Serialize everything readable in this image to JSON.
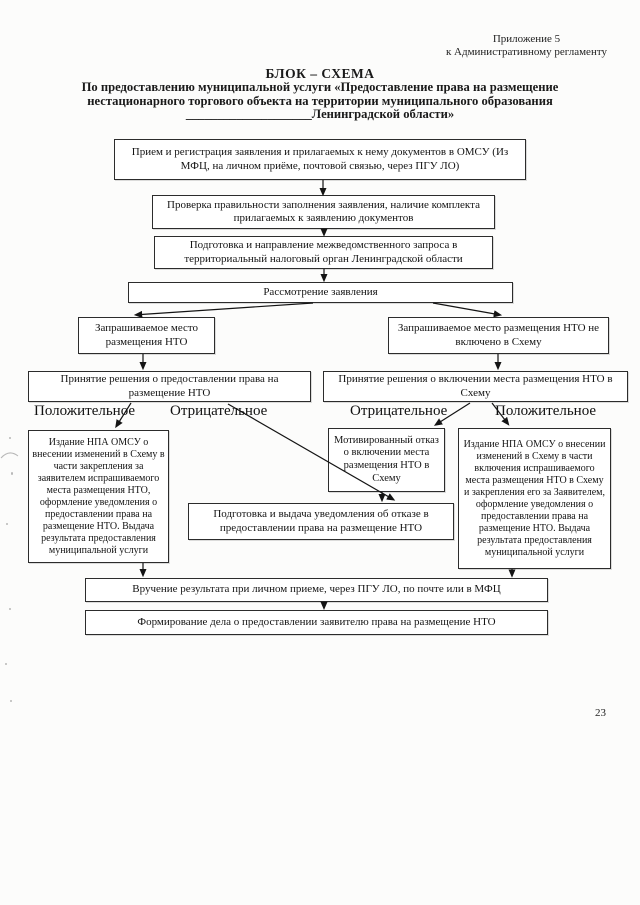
{
  "header": {
    "appendix_line1": "Приложение 5",
    "appendix_line2": "к Административному регламенту"
  },
  "title": {
    "heading": "БЛОК – СХЕМА",
    "line1": "По предоставлению муниципальной услуги «Предоставление права на  размещение",
    "line2": "нестационарного торгового объекта на территории муниципального образования",
    "line3": "____________________Ленинградской области»"
  },
  "flow": {
    "reception": "Прием и регистрация заявления и прилагаемых к нему документов в ОМСУ (Из МФЦ, на личном приёме, почтовой связью, через ПГУ ЛО)",
    "check": "Проверка правильности заполнения заявления, наличие комплекта прилагаемых к заявлению документов",
    "interagency_request": "Подготовка и направление межведомственного запроса в территориальный налоговый орган Ленинградской области",
    "review": "Рассмотрение заявления",
    "place_requested": "Запрашиваемое место размещения НТО",
    "place_not_included": "Запрашиваемое место размещения НТО  не  включено в Схему",
    "decision_grant_right": "Принятие решения о предоставлении права на размещение НТО",
    "decision_include_place": "Принятие решения о включении места размещения НТО в Схему",
    "label_positive": "Положительное",
    "label_negative": "Отрицательное",
    "npa_amendment_left": "Издание НПА  ОМСУ о внесении изменений в Схему в части закрепления за заявителем испрашиваемого места размещения НТО, оформление уведомления о предоставлении права на размещение НТО. Выдача результата предоставления муниципальной услуги",
    "motivated_refusal": "Мотивированный отказ о включении места размещения НТО в Схему",
    "npa_amendment_right": "Издание НПА  ОМСУ о внесении изменений в Схему в части включения испрашиваемого места размещения НТО в Схему и закрепления его за Заявителем, оформление уведомления о предоставлении права на размещение НТО. Выдача результата предоставления муниципальной услуги",
    "refusal_notice": "Подготовка и выдача уведомления об отказе в предоставлении права на размещение НТО",
    "result_delivery": "Вручение результата при личном приеме, через ПГУ ЛО, по почте или в МФЦ",
    "case_formation": "Формирование дела  о предоставлении заявителю права на размещение НТО"
  },
  "footer": {
    "page_number": "23"
  }
}
